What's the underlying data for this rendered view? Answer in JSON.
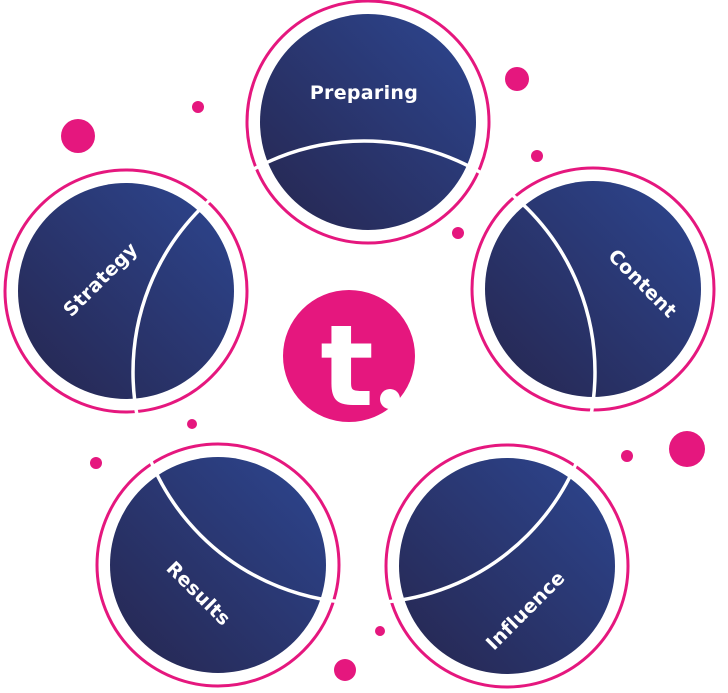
{
  "colors": {
    "accent": "#e5177e",
    "node_dark": "#26264f",
    "node_light": "#2d4690",
    "background": "#ffffff",
    "label": "#ffffff"
  },
  "logo": {
    "icon": "brand-t-logo-icon",
    "letter": "t"
  },
  "nodes": [
    {
      "key": "preparing",
      "label": "Preparing"
    },
    {
      "key": "content",
      "label": "Content"
    },
    {
      "key": "influence",
      "label": "Influence"
    },
    {
      "key": "results",
      "label": "Results"
    },
    {
      "key": "strategy",
      "label": "Strategy"
    }
  ]
}
